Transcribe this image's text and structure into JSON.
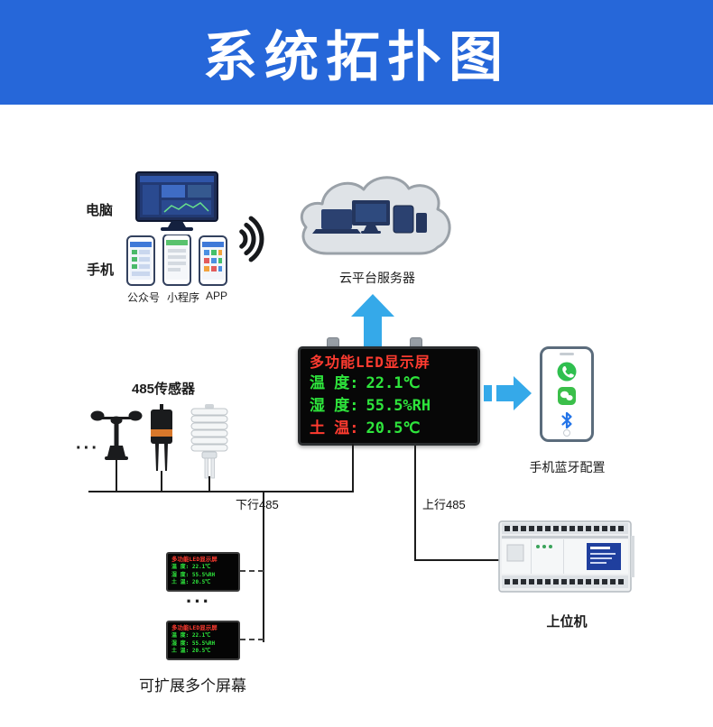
{
  "header": {
    "title": "系统拓扑图"
  },
  "colors": {
    "header_bg": "#2667d9",
    "arrow": "#35a9e9",
    "led_red": "#ff3b30",
    "led_green": "#2ee53c"
  },
  "devices": {
    "computer_label": "电脑",
    "phone_label": "手机",
    "phone_channels": [
      "公众号",
      "小程序",
      "APP"
    ],
    "cloud_label": "云平台服务器",
    "bluetooth_label": "手机蓝牙配置",
    "plc_label": "上位机"
  },
  "led_display": {
    "title": "多功能LED显示屏",
    "rows": [
      {
        "label": "温 度:",
        "value": "22.1℃"
      },
      {
        "label": "湿 度:",
        "value": "55.5%RH"
      },
      {
        "label": "土 温:",
        "value": "20.5℃"
      }
    ]
  },
  "sensors": {
    "label": "485传感器",
    "more": "···"
  },
  "bus": {
    "down": "下行485",
    "up": "上行485"
  },
  "expansion": {
    "label": "可扩展多个屏幕",
    "more": "···",
    "screens": [
      {
        "title": "多功能LED显示屏",
        "rows": [
          "温 度: 22.1℃",
          "湿 度: 55.5%RH",
          "土 温: 20.5℃"
        ]
      },
      {
        "title": "多功能LED显示屏",
        "rows": [
          "温 度: 22.1℃",
          "湿 度: 55.5%RH",
          "土 温: 20.5℃"
        ]
      }
    ]
  }
}
